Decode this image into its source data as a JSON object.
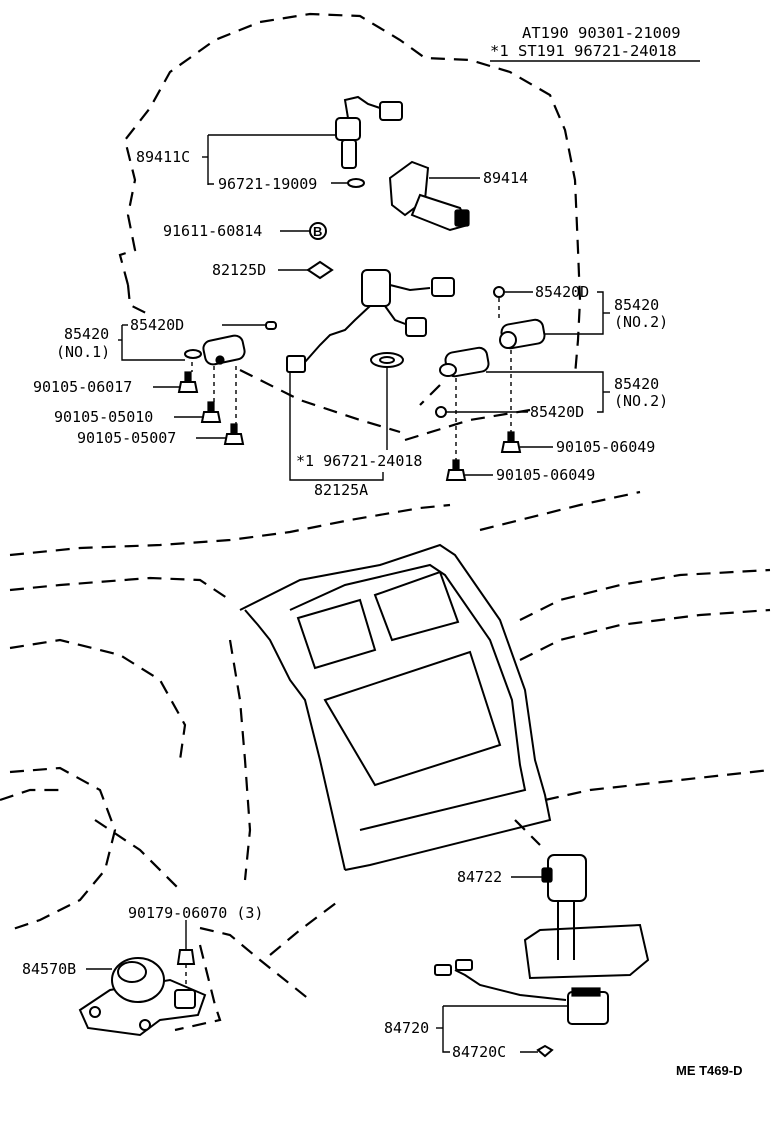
{
  "header": {
    "line1": "AT190  90301-21009",
    "line2": "*1 ST191  96721-24018"
  },
  "labels": {
    "p89411C": "89411C",
    "p96721_19009": "96721-19009",
    "p89414": "89414",
    "p91611_60814": "91611-60814",
    "p82125D": "82125D",
    "p85420D_top": "85420D",
    "p85420_no2_top": "85420",
    "p85420_no2_top_sub": "(NO.2)",
    "p85420_no1": "85420",
    "p85420_no1_sub": "(NO.1)",
    "p85420D_left": "85420D",
    "p90105_06017": "90105-06017",
    "p90105_05010": "90105-05010",
    "p90105_05007": "90105-05007",
    "p85420_no2_mid": "85420",
    "p85420_no2_mid_sub": "(NO.2)",
    "p85420D_mid": "85420D",
    "p90105_06049_a": "90105-06049",
    "p96721_24018": "*1  96721-24018",
    "p90105_06049_b": "90105-06049",
    "p82125A": "82125A",
    "p84722": "84722",
    "p90179_06070": "90179-06070 (3)",
    "p84570B": "84570B",
    "p84720": "84720",
    "p84720C": "84720C",
    "ref_code": "ME T469-D"
  }
}
